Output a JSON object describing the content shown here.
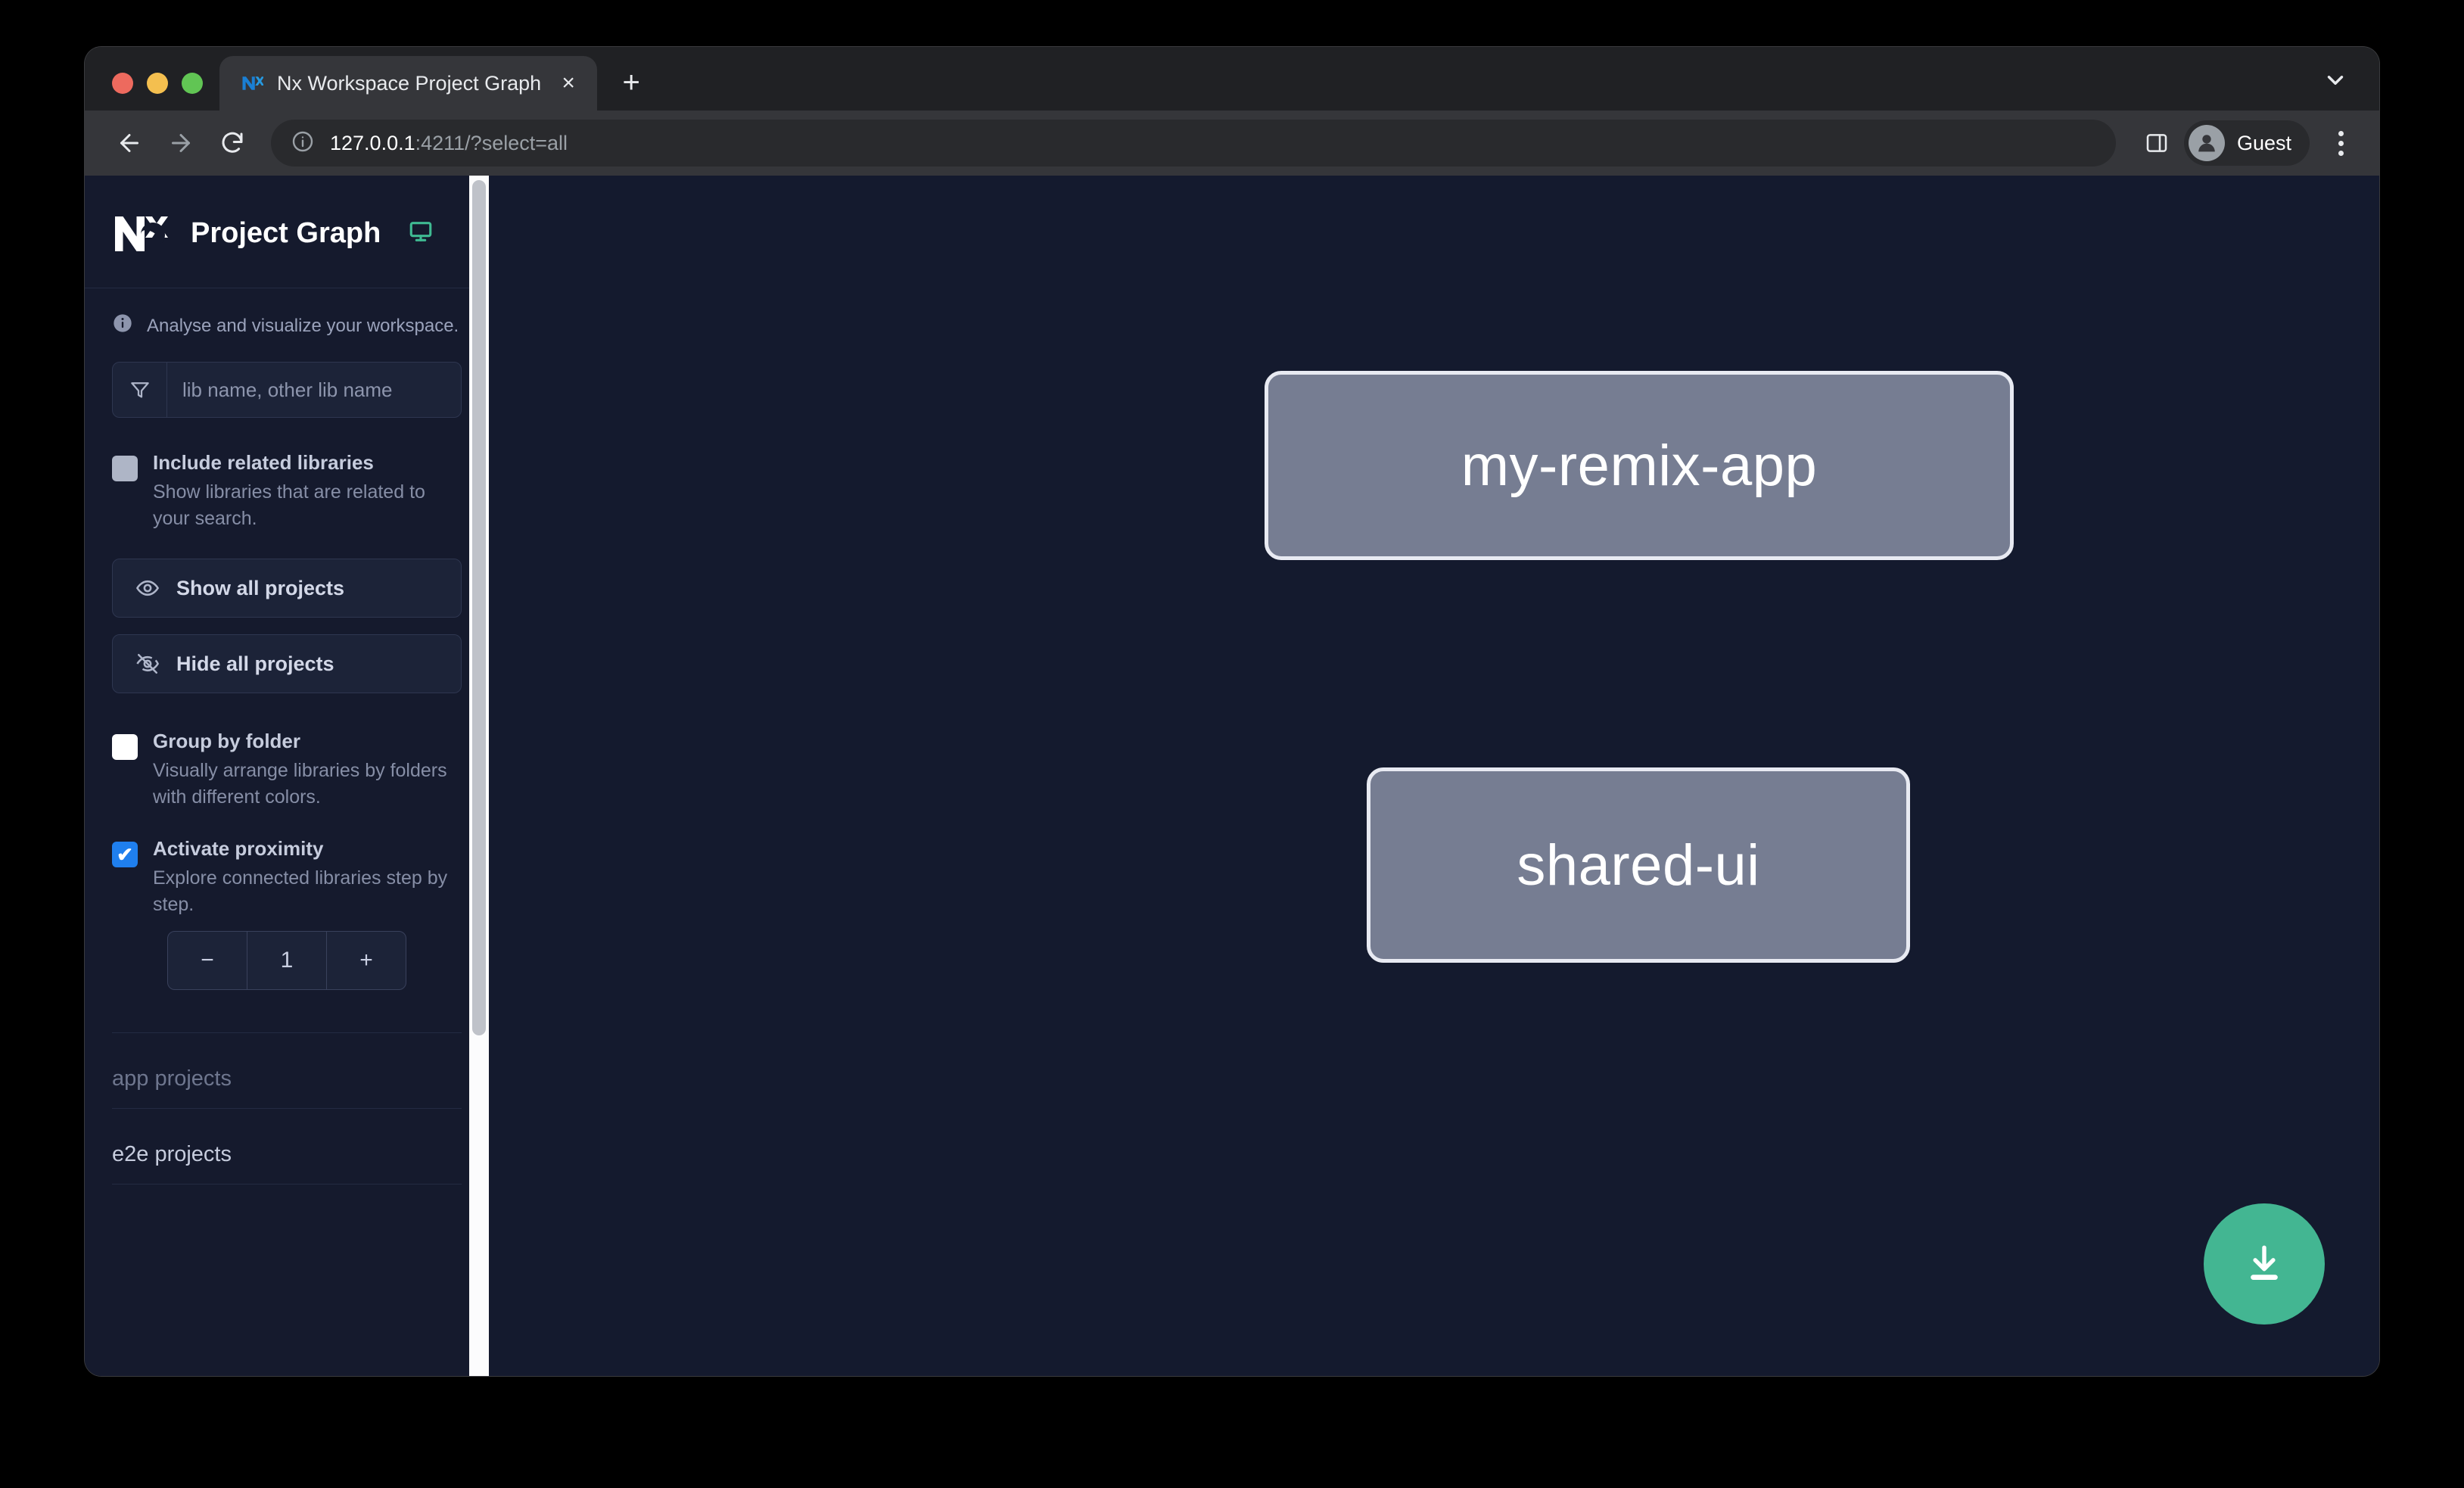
{
  "browser": {
    "tab": {
      "title": "Nx Workspace Project Graph",
      "favicon": "nx-favicon",
      "close_label": "×"
    },
    "new_tab_label": "+",
    "tab_list_icon": "chevron-down-icon",
    "nav": {
      "back_icon": "arrow-left-icon",
      "forward_icon": "arrow-right-icon",
      "reload_icon": "reload-icon"
    },
    "omnibox": {
      "site_info_icon": "info-circle-icon",
      "host": "127.0.0.1",
      "rest": ":4211/?select=all"
    },
    "side_panel_icon": "side-panel-icon",
    "profile": {
      "name": "Guest",
      "avatar_icon": "person-icon"
    },
    "menu_icon": "three-dots-vertical-icon"
  },
  "sidebar": {
    "logo": "nx-logo",
    "title": "Project Graph",
    "monitor_icon": "monitor-icon",
    "tagline": "Analyse and visualize your workspace.",
    "tagline_icon": "info-icon",
    "filter": {
      "icon": "funnel-icon",
      "placeholder": "lib name, other lib name",
      "value": ""
    },
    "options": [
      {
        "id": "include-related-libraries",
        "label": "Include related libraries",
        "description": "Show libraries that are related to your search.",
        "state": "muted"
      },
      {
        "id": "group-by-folder",
        "label": "Group by folder",
        "description": "Visually arrange libraries by folders with different colors.",
        "state": "empty"
      },
      {
        "id": "activate-proximity",
        "label": "Activate proximity",
        "description": "Explore connected libraries step by step.",
        "state": "checked",
        "tick": "✔"
      }
    ],
    "buttons": [
      {
        "id": "show-all-projects",
        "label": "Show all projects",
        "icon": "eye-icon"
      },
      {
        "id": "hide-all-projects",
        "label": "Hide all projects",
        "icon": "eye-slash-icon"
      }
    ],
    "stepper": {
      "decrement": "−",
      "value": "1",
      "increment": "+"
    },
    "groups": [
      {
        "id": "app-projects",
        "label": "app projects",
        "tone": "dim"
      },
      {
        "id": "e2e-projects",
        "label": "e2e projects",
        "tone": "bright"
      }
    ]
  },
  "graph": {
    "nodes": [
      {
        "id": "my-remix-app",
        "label": "my-remix-app"
      },
      {
        "id": "shared-ui",
        "label": "shared-ui"
      }
    ],
    "edges": [
      {
        "from": "my-remix-app",
        "to": "shared-ui"
      }
    ],
    "download_button": {
      "icon": "download-icon",
      "label": ""
    }
  },
  "colors": {
    "accent_green": "#43b692",
    "checkbox_blue": "#1f7fee",
    "node_fill": "#767d92",
    "node_border": "#e8eaf2",
    "canvas_bg": "#141a2e",
    "sidebar_bg": "#151a2d"
  }
}
